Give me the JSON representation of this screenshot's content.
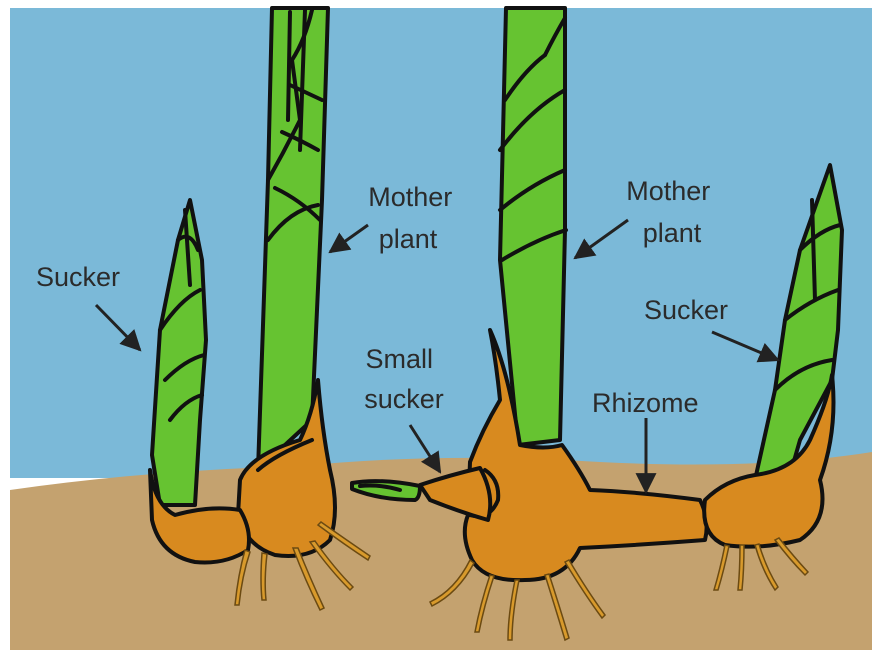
{
  "diagram": {
    "labels": {
      "mother_plant_left": [
        "Mother",
        "plant"
      ],
      "mother_plant_right": [
        "Mother",
        "plant"
      ],
      "sucker_left": "Sucker",
      "sucker_right": "Sucker",
      "small_sucker": [
        "Small",
        "sucker"
      ],
      "rhizome": "Rhizome"
    },
    "colors": {
      "sky": "#7bb9d8",
      "soil": "#c4a26f",
      "stem": "#66c331",
      "corm": "#d88a1f",
      "outline": "#111111"
    }
  }
}
